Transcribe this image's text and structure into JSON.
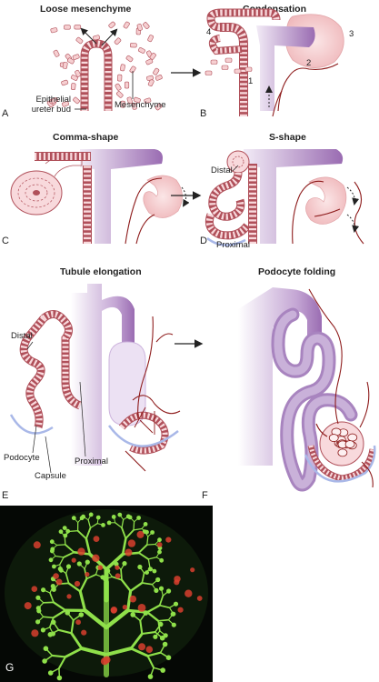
{
  "panels": {
    "a": {
      "letter": "A",
      "title": "Loose mesenchyme",
      "label_bud": "Epithelial\nureter bud",
      "label_mes": "Mesenchyme"
    },
    "b": {
      "letter": "B",
      "title": "Condensation",
      "num1": "1",
      "num2": "2",
      "num3": "3",
      "num4": "4"
    },
    "c": {
      "letter": "C",
      "title": "Comma-shape"
    },
    "d": {
      "letter": "D",
      "title": "S-shape",
      "label_distal": "Distal",
      "label_proximal": "Proximal"
    },
    "e": {
      "letter": "E",
      "title": "Tubule elongation",
      "label_distal": "Distal",
      "label_podocyte": "Podocyte",
      "label_capsule": "Capsule",
      "label_proximal": "Proximal"
    },
    "f": {
      "letter": "F",
      "title": "Podocyte folding"
    },
    "g": {
      "letter": "G"
    }
  },
  "colors": {
    "bud_fill": "#f6d3d6",
    "bud_stroke": "#b0505a",
    "purple_dark": "#9a6cb2",
    "purple_light": "#ece1f3",
    "mesenchyme_fill": "#f6cfd1",
    "vessel": "#8e1c1c",
    "capsule": "#a9b8e8",
    "micro_bg": "#050805",
    "micro_green": "#8fe04a",
    "micro_red": "#d8402e"
  }
}
